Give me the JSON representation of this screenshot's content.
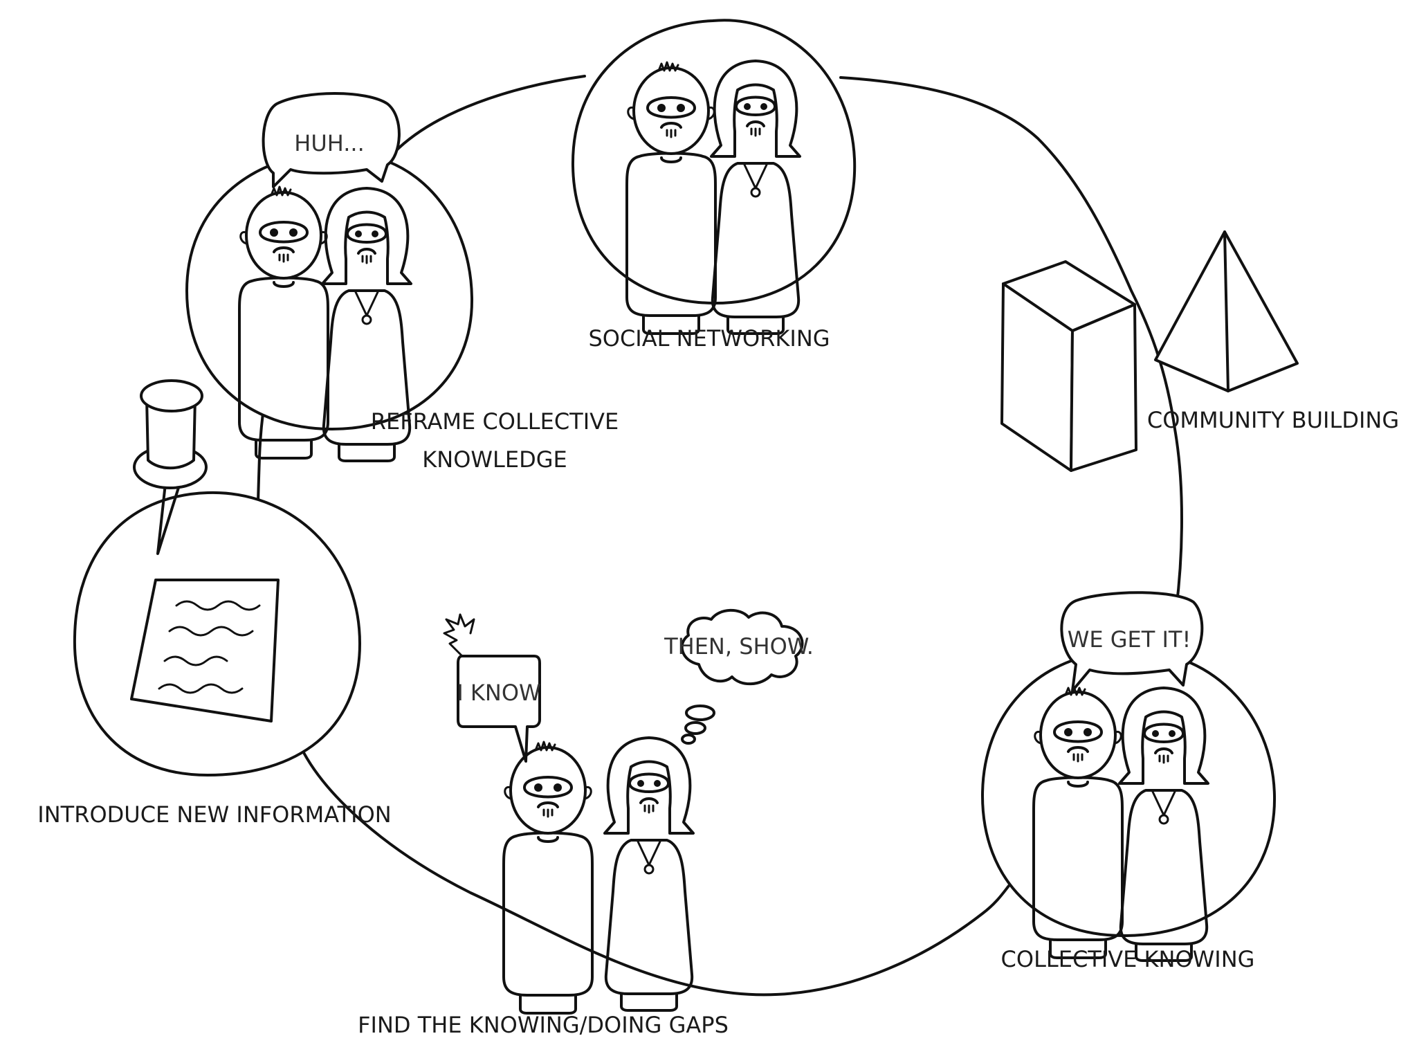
{
  "diagram": {
    "labels": {
      "social_networking": "SOCIAL NETWORKING",
      "reframe_line1": "REFRAME COLLECTIVE",
      "reframe_line2": "KNOWLEDGE",
      "community_building": "COMMUNITY BUILDING",
      "introduce_new_information": "INTRODUCE NEW INFORMATION",
      "collective_knowing": "COLLECTIVE KNOWING",
      "find_gaps": "FIND THE KNOWING/DOING GAPS"
    },
    "bubbles": {
      "huh": "HUH...",
      "we_get_it": "WE GET IT!",
      "i_know": "I KNOW",
      "then_show": "THEN, SHOW."
    },
    "colors": {
      "ink": "#111111",
      "background": "#ffffff"
    }
  }
}
